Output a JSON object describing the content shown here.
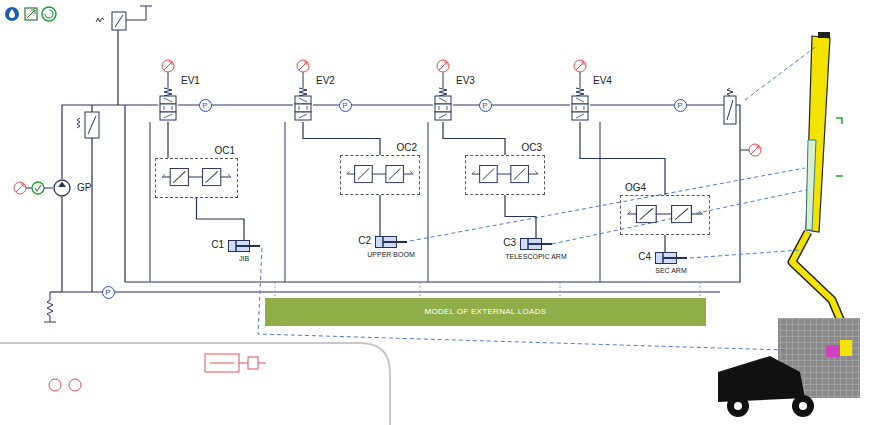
{
  "diagram": {
    "nodes": [
      {
        "text": [
          "GP"
        ]
      },
      {
        "text": [
          "EV1"
        ]
      },
      {
        "text": [
          "EV2"
        ]
      },
      {
        "text": [
          "EV3"
        ]
      },
      {
        "text": [
          "EV4"
        ]
      },
      {
        "text": [
          "OC1"
        ]
      },
      {
        "text": [
          "OC2"
        ]
      },
      {
        "text": [
          "OC3"
        ]
      },
      {
        "text": [
          "OG4"
        ]
      },
      {
        "text": [
          "C1",
          "JIB"
        ]
      },
      {
        "text": [
          "C2",
          "UPPER BOOM"
        ]
      },
      {
        "text": [
          "C3",
          "TELESCOPIC ARM"
        ]
      },
      {
        "text": [
          "C4",
          "SEC ARM"
        ]
      },
      {
        "text": [
          "MODEL OF EXTERNAL LOADS"
        ]
      }
    ],
    "edges": [
      {
        "from": 0,
        "to": 1,
        "arrow": "none"
      },
      {
        "from": 1,
        "to": 2,
        "arrow": "none"
      },
      {
        "from": 2,
        "to": 3,
        "arrow": "none"
      },
      {
        "from": 3,
        "to": 4,
        "arrow": "none"
      },
      {
        "from": 1,
        "to": 5,
        "arrow": "none"
      },
      {
        "from": 2,
        "to": 6,
        "arrow": "none"
      },
      {
        "from": 3,
        "to": 7,
        "arrow": "none"
      },
      {
        "from": 4,
        "to": 8,
        "arrow": "none"
      },
      {
        "from": 5,
        "to": 9,
        "arrow": "none"
      },
      {
        "from": 6,
        "to": 10,
        "arrow": "none"
      },
      {
        "from": 7,
        "to": 11,
        "arrow": "none"
      },
      {
        "from": 8,
        "to": 12,
        "arrow": "none"
      }
    ],
    "labels": [
      "P",
      "P",
      "P",
      "P",
      "P"
    ]
  }
}
